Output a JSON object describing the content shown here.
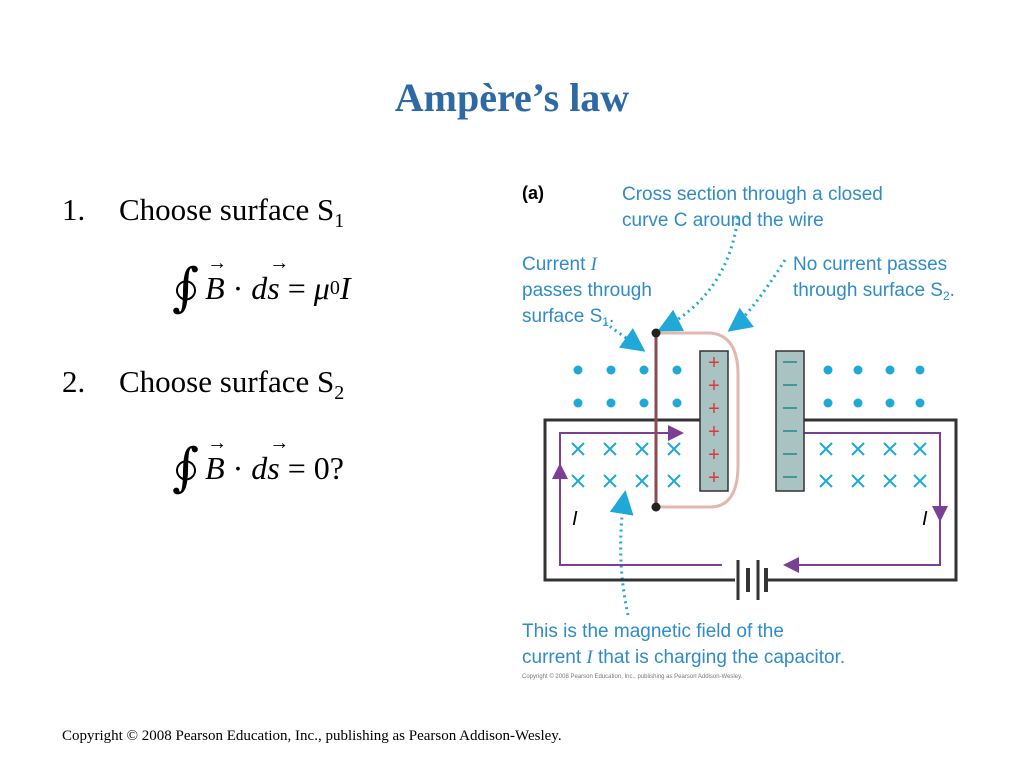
{
  "title": "Ampère’s law",
  "steps": [
    {
      "number": "1.",
      "text": "Choose surface S",
      "sub": "1"
    },
    {
      "number": "2.",
      "text": "Choose  surface S",
      "sub": "2"
    }
  ],
  "equations": [
    {
      "field": "B",
      "element": "ds",
      "eq": "=",
      "mu": "μ",
      "mu_sub": "0",
      "rhs": "I"
    },
    {
      "field": "B",
      "element": "ds",
      "eq": "=",
      "rhs": "0?"
    }
  ],
  "figure": {
    "panel_label": "(a)",
    "annotation_top": [
      "Cross section through a closed",
      "curve C around the wire"
    ],
    "annotation_left": [
      "Current ",
      "I",
      "passes through",
      "surface S",
      "1",
      "."
    ],
    "annotation_right": [
      "No current passes",
      "through surface S",
      "2",
      "."
    ],
    "annotation_bottom": [
      "This is the magnetic field of the",
      "current ",
      "I",
      " that is charging the capacitor."
    ],
    "current_label": "I",
    "fine_print": "Copyright © 2008 Pearson Education, Inc., publishing as Pearson Addison-Wesley.",
    "colors": {
      "cyan": "#1fa8d8",
      "purple": "#7b3f96",
      "plate": "#a9c3c3",
      "surface": "#e2b7b0",
      "label": "#2f8cc9"
    }
  },
  "copyright": "Copyright © 2008 Pearson Education, Inc., publishing as Pearson Addison-Wesley."
}
